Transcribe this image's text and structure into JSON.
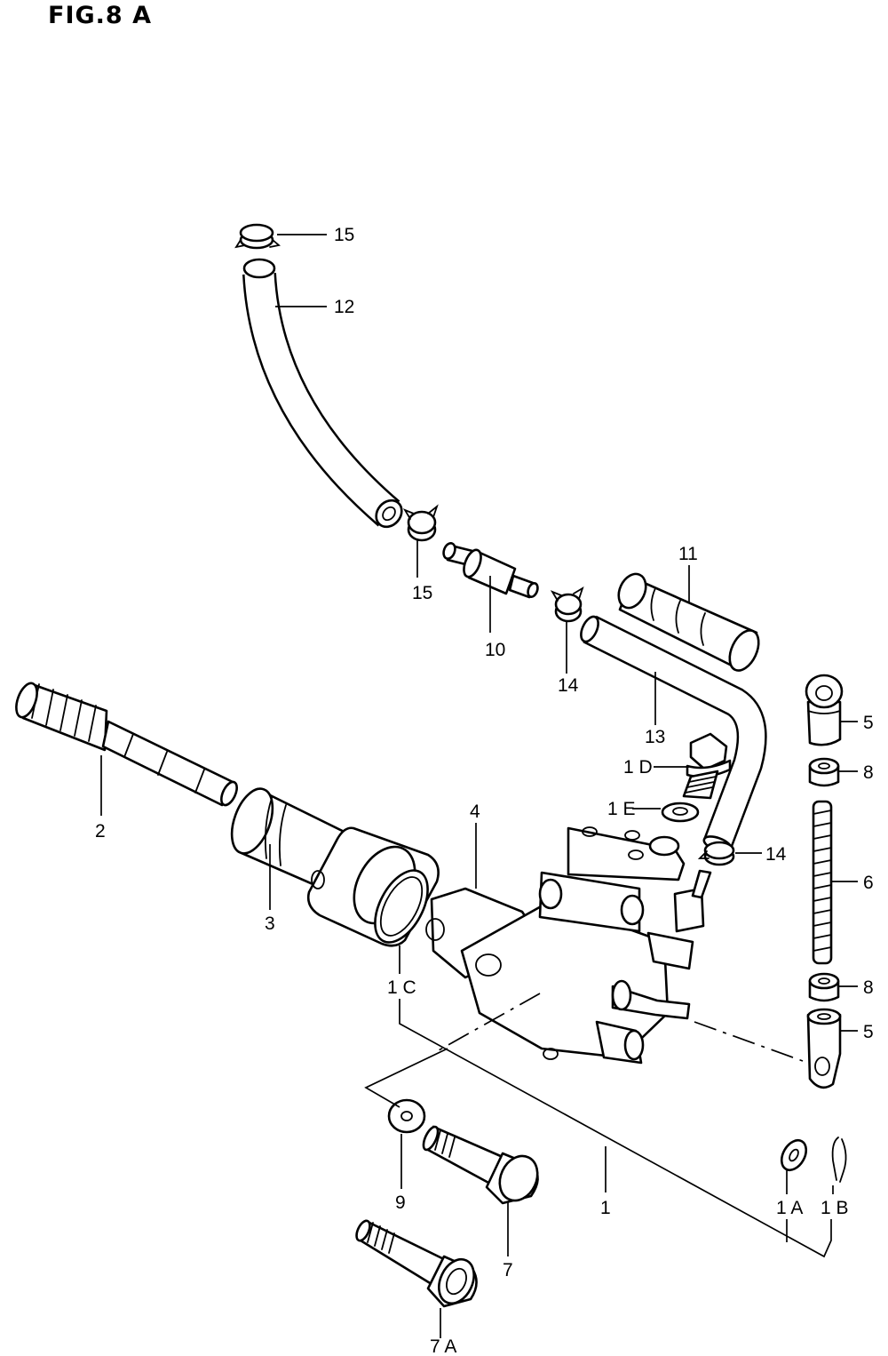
{
  "figure": {
    "title": "FIG.8 A"
  },
  "callouts": [
    {
      "id": "15a",
      "text": "15"
    },
    {
      "id": "12",
      "text": "12"
    },
    {
      "id": "15b",
      "text": "15"
    },
    {
      "id": "10",
      "text": "10"
    },
    {
      "id": "11",
      "text": "11"
    },
    {
      "id": "14a",
      "text": "14"
    },
    {
      "id": "13",
      "text": "13"
    },
    {
      "id": "1D",
      "text": "1 D"
    },
    {
      "id": "1E",
      "text": "1 E"
    },
    {
      "id": "14b",
      "text": "14"
    },
    {
      "id": "5a",
      "text": "5"
    },
    {
      "id": "8a",
      "text": "8"
    },
    {
      "id": "6",
      "text": "6"
    },
    {
      "id": "8b",
      "text": "8"
    },
    {
      "id": "5b",
      "text": "5"
    },
    {
      "id": "2",
      "text": "2"
    },
    {
      "id": "3",
      "text": "3"
    },
    {
      "id": "4",
      "text": "4"
    },
    {
      "id": "1C",
      "text": "1 C"
    },
    {
      "id": "9",
      "text": "9"
    },
    {
      "id": "1",
      "text": "1"
    },
    {
      "id": "1A",
      "text": "1 A"
    },
    {
      "id": "1B",
      "text": "1 B"
    },
    {
      "id": "7",
      "text": "7"
    },
    {
      "id": "7A",
      "text": "7 A"
    }
  ]
}
